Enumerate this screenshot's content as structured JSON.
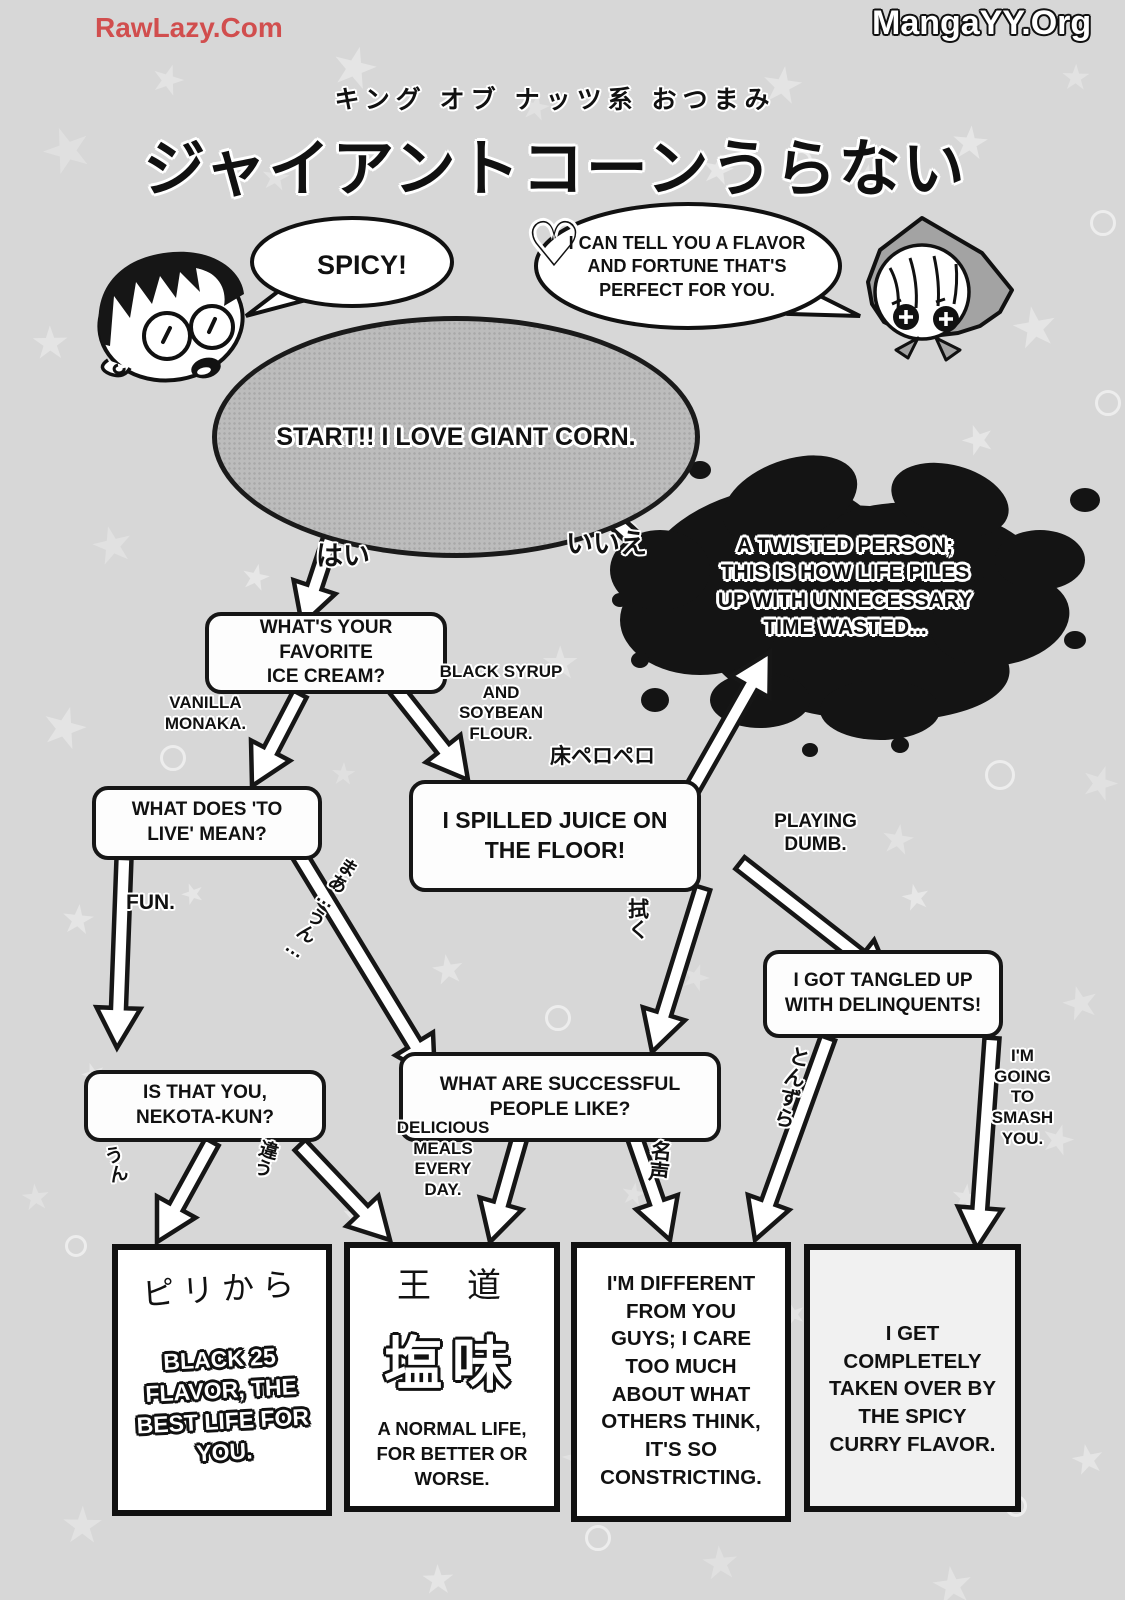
{
  "watermarks": {
    "left": "RawLazy.Com",
    "right": "MangaYY.Org"
  },
  "title": {
    "ruby": "キング オブ ナッツ系 おつまみ",
    "main": "ジャイアントコーンうらない♡"
  },
  "bubbles": {
    "boy": "SPICY!",
    "girl": "I CAN TELL YOU A FLAVOR\nAND FORTUNE THAT'S\nPERFECT FOR YOU."
  },
  "flow": {
    "start": "START!! I LOVE GIANT CORN.",
    "nodes": {
      "ice_cream": "WHAT'S YOUR FAVORITE\nICE CREAM?",
      "to_live": "WHAT DOES 'TO\nLIVE' MEAN?",
      "spilled_juice": "I SPILLED JUICE ON\nTHE FLOOR!",
      "twisted": "A TWISTED PERSON;\nTHIS IS HOW LIFE PILES\nUP WITH UNNECESSARY\nTIME WASTED...",
      "delinquents": "I GOT TANGLED UP\nWITH DELINQUENTS!",
      "nekota": "IS THAT YOU,\nNEKOTA-KUN?",
      "successful": "WHAT ARE SUCCESSFUL\nPEOPLE LIKE?"
    },
    "labels": {
      "hai": "はい",
      "iie": "いいえ",
      "vanilla": "VANILLA\nMONAKA.",
      "kuromitsu": "BLACK SYRUP\nAND\nSOYBEAN\nFLOUR.",
      "fun": "FUN.",
      "maa_un": "まあ…うん…",
      "yuka_pero": "床ペロペロ",
      "playing_dumb": "PLAYING\nDUMB.",
      "fuku": "拭く",
      "tonzura": "とんずら",
      "smash": "I'M\nGOING\nTO\nSMASH\nYOU.",
      "un": "うん",
      "chigau": "違う",
      "delicious": "DELICIOUS\nMEALS\nEVERY\nDAY.",
      "meisei": "名声"
    },
    "results": [
      {
        "heading": "ピリから",
        "body": "BLACK 25\nFLAVOR, THE\nBEST LIFE FOR\nYOU."
      },
      {
        "heading": "王道",
        "big": "塩味",
        "body": "A NORMAL LIFE,\nFOR BETTER OR\nWORSE."
      },
      {
        "body": "I'M DIFFERENT\nFROM YOU\nGUYS; I CARE\nTOO MUCH\nABOUT WHAT\nOTHERS THINK,\nIT'S SO\nCONSTRICTING."
      },
      {
        "body": "I GET\nCOMPLETELY\nTAKEN OVER BY\nTHE SPICY\nCURRY FLAVOR."
      }
    ]
  },
  "colors": {
    "background": "#d7d7d7",
    "watermark_left": "#d14e4e",
    "ink": "#111111",
    "start_fill": "#bcbcbc",
    "scarf": "#a3a3a3"
  }
}
